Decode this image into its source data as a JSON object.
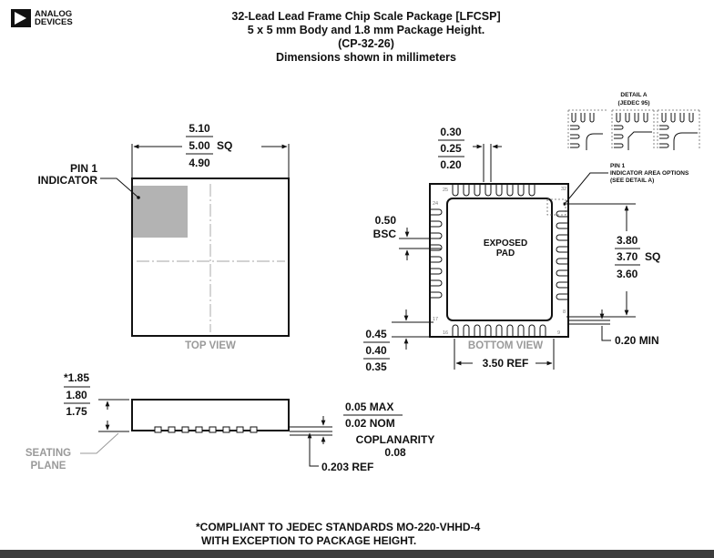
{
  "brand": {
    "logo_text_line1": "ANALOG",
    "logo_text_line2": "DEVICES"
  },
  "title": {
    "line1": "32-Lead Lead Frame Chip Scale Package [LFCSP]",
    "line2": "5 x 5 mm Body and 1.8 mm Package Height.",
    "line3": "(CP-32-26)",
    "line4": "Dimensions shown in millimeters"
  },
  "top_view": {
    "label": "TOP VIEW",
    "pin1_label_line1": "PIN 1",
    "pin1_label_line2": "INDICATOR",
    "width_max": "5.10",
    "width_nom": "5.00",
    "width_sq": "SQ",
    "width_min": "4.90"
  },
  "bottom_view": {
    "label": "BOTTOM VIEW",
    "pad_label_line1": "EXPOSED",
    "pad_label_line2": "PAD",
    "lead_width_max": "0.30",
    "lead_width_nom": "0.25",
    "lead_width_min": "0.20",
    "pitch_value": "0.50",
    "pitch_suffix": "BSC",
    "pad_max": "3.80",
    "pad_nom": "3.70",
    "pad_sq": "SQ",
    "pad_min": "3.60",
    "lead_len_max": "0.45",
    "lead_len_nom": "0.40",
    "lead_len_min": "0.35",
    "ref_value": "3.50 REF",
    "min_clearance": "0.20 MIN",
    "pin_numbers": [
      "32",
      "1",
      "8",
      "9",
      "16",
      "17",
      "24",
      "25"
    ],
    "pin1_options_line1": "PIN 1",
    "pin1_options_line2": "INDICATOR AREA OPTIONS",
    "pin1_options_line3": "(SEE DETAIL A)",
    "detail_label_line1": "DETAIL A",
    "detail_label_line2": "(JEDEC 95)"
  },
  "side_view": {
    "height_max": "*1.85",
    "height_nom": "1.80",
    "height_min": "1.75",
    "standoff_max": "0.05 MAX",
    "standoff_nom": "0.02 NOM",
    "coplanarity_label": "COPLANARITY",
    "coplanarity_value": "0.08",
    "lead_thickness": "0.203 REF",
    "seating_line1": "SEATING",
    "seating_line2": "PLANE"
  },
  "footnote": {
    "line1": "*COMPLIANT TO JEDEC STANDARDS MO-220-VHHD-4",
    "line2": "WITH EXCEPTION TO PACKAGE HEIGHT."
  },
  "colors": {
    "pin1_fill": "#b3b3b3",
    "ink": "#111111",
    "gray_text": "#9a9a9a",
    "bottom_rule": "#3c3c3c"
  }
}
